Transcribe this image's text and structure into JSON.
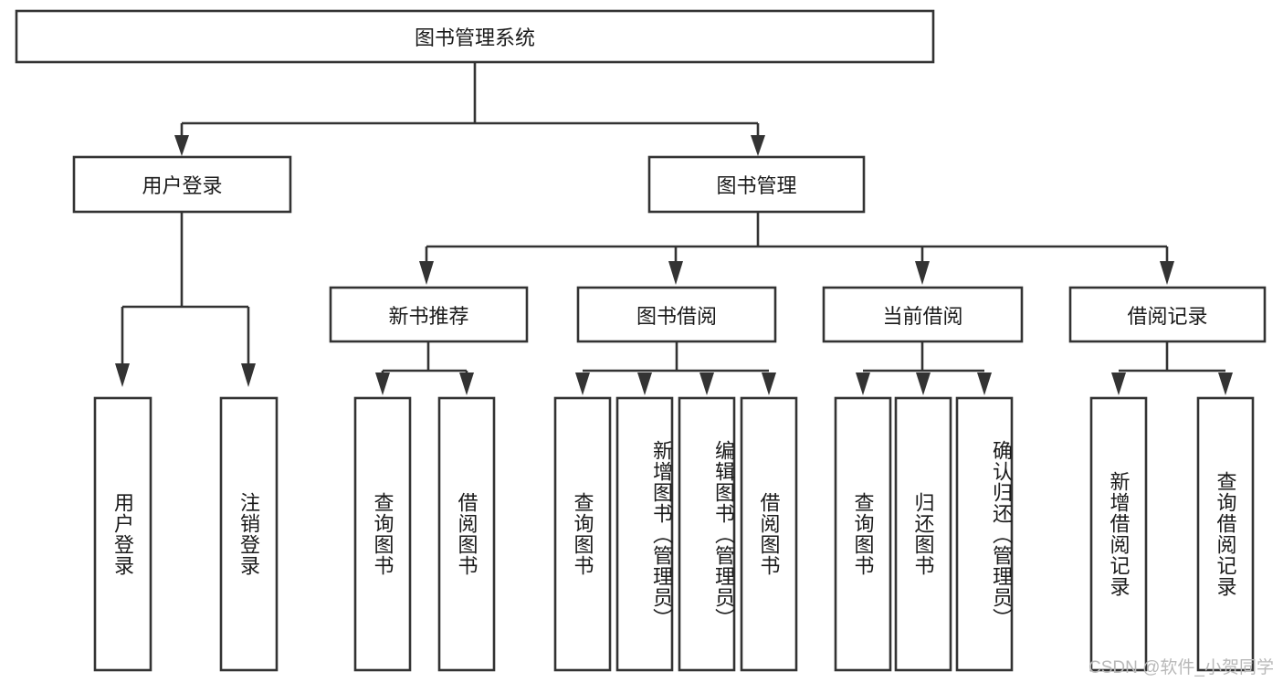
{
  "diagram": {
    "title": "图书管理系统",
    "watermark": "CSDN @软件_小贺同学",
    "colors": {
      "stroke": "#333333",
      "fill": "#ffffff",
      "text": "#1a1a1a",
      "watermark": "#b9b9b9"
    },
    "levels": {
      "root": "图书管理系统",
      "level2": [
        "用户登录",
        "图书管理"
      ],
      "level3": [
        "新书推荐",
        "图书借阅",
        "当前借阅",
        "借阅记录"
      ]
    },
    "nodes": {
      "root": {
        "label": "图书管理系统"
      },
      "user_login": {
        "label": "用户登录"
      },
      "book_manage": {
        "label": "图书管理"
      },
      "new_book_rec": {
        "label": "新书推荐"
      },
      "book_borrow": {
        "label": "图书借阅"
      },
      "current_borrow": {
        "label": "当前借阅"
      },
      "borrow_record": {
        "label": "借阅记录"
      },
      "leaf_1": {
        "label": "用户登录"
      },
      "leaf_2": {
        "label": "注销登录"
      },
      "leaf_3": {
        "label": "查询图书"
      },
      "leaf_4": {
        "label": "借阅图书"
      },
      "leaf_5": {
        "label": "查询图书"
      },
      "leaf_6": {
        "label": "新增图书（管理员）"
      },
      "leaf_7": {
        "label": "编辑图书（管理员）"
      },
      "leaf_8": {
        "label": "借阅图书"
      },
      "leaf_9": {
        "label": "查询图书"
      },
      "leaf_10": {
        "label": "归还图书"
      },
      "leaf_11": {
        "label": "确认归还（管理员）"
      },
      "leaf_12": {
        "label": "新增借阅记录"
      },
      "leaf_13": {
        "label": "查询借阅记录"
      }
    },
    "edges": [
      {
        "from": "root",
        "to": "user_login"
      },
      {
        "from": "root",
        "to": "book_manage"
      },
      {
        "from": "user_login",
        "to": "leaf_1"
      },
      {
        "from": "user_login",
        "to": "leaf_2"
      },
      {
        "from": "book_manage",
        "to": "new_book_rec"
      },
      {
        "from": "book_manage",
        "to": "book_borrow"
      },
      {
        "from": "book_manage",
        "to": "current_borrow"
      },
      {
        "from": "book_manage",
        "to": "borrow_record"
      },
      {
        "from": "new_book_rec",
        "to": "leaf_3"
      },
      {
        "from": "new_book_rec",
        "to": "leaf_4"
      },
      {
        "from": "book_borrow",
        "to": "leaf_5"
      },
      {
        "from": "book_borrow",
        "to": "leaf_6"
      },
      {
        "from": "book_borrow",
        "to": "leaf_7"
      },
      {
        "from": "book_borrow",
        "to": "leaf_8"
      },
      {
        "from": "current_borrow",
        "to": "leaf_9"
      },
      {
        "from": "current_borrow",
        "to": "leaf_10"
      },
      {
        "from": "current_borrow",
        "to": "leaf_11"
      },
      {
        "from": "borrow_record",
        "to": "leaf_12"
      },
      {
        "from": "borrow_record",
        "to": "leaf_13"
      }
    ]
  }
}
